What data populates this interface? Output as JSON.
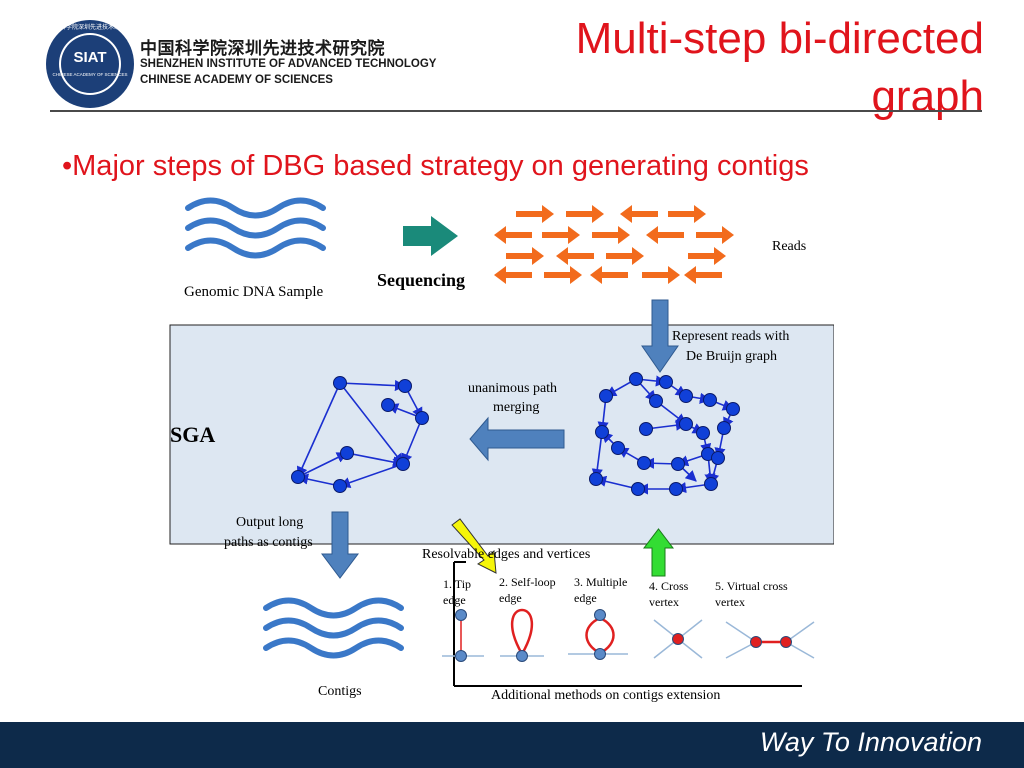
{
  "header": {
    "logo_text": "SIAT",
    "logo_ring_text": "中国科学院深圳先进技术研究院",
    "logo_small_text": "CHINESE ACADEMY OF SCIENCES",
    "org_name_cn": "中国科学院深圳先进技术研究院",
    "org_name_en_line1": "SHENZHEN INSTITUTE OF ADVANCED TECHNOLOGY",
    "org_name_en_line2": "CHINESE ACADEMY OF SCIENCES"
  },
  "slide": {
    "title": "Multi-step bi-directed graph",
    "bullet": "•Major steps of DBG based strategy on generating contigs"
  },
  "figure": {
    "genomic_label": "Genomic DNA Sample",
    "sequencing_label": "Sequencing",
    "reads_label": "Reads",
    "represent_label_line1": "Represent reads with",
    "represent_label_line2": "De Bruijn graph",
    "sga_label": "SGA",
    "merge_label_line1": "unanimous path",
    "merge_label_line2": "merging",
    "output_label_line1": "Output  long",
    "output_label_line2": "paths as contigs",
    "resolvable_label": "Resolvable edges and vertices",
    "contigs_label": "Contigs",
    "additional_label": "Additional  methods on contigs extension",
    "methods": [
      {
        "line1": "1. Tip",
        "line2": "edge"
      },
      {
        "line1": "2. Self-loop",
        "line2": "edge"
      },
      {
        "line1": "3. Multiple",
        "line2": "edge"
      },
      {
        "line1": "4. Cross",
        "line2": "vertex"
      },
      {
        "line1": "5. Virtual cross",
        "line2": "vertex"
      }
    ],
    "colors": {
      "wave": "#3a78c8",
      "reads_arrow": "#f26b1d",
      "sequencing_arrow": "#1a8a7a",
      "node": "#1040d8",
      "edge": "#1a2fd0",
      "block_arrow": "#4f81bd",
      "sga_panel": "#dde7f2",
      "yellow_arrow": "#f5f50a",
      "green_arrow": "#33dd33",
      "red_edge": "#e02020"
    }
  },
  "footer": {
    "slogan": "Way To Innovation"
  }
}
